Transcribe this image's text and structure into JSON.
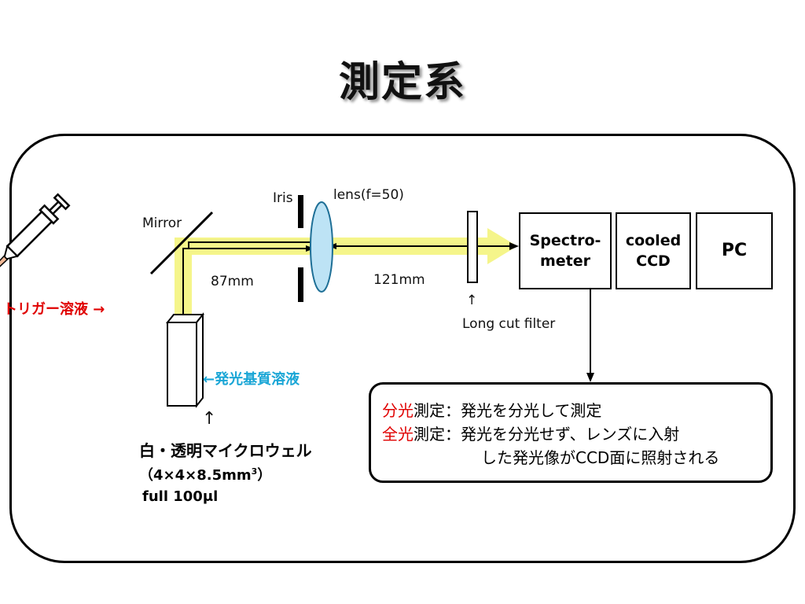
{
  "title": "測定系",
  "labels": {
    "mirror": "Mirror",
    "iris": "Iris",
    "lens": "lens(f=50)",
    "dist1": "87mm",
    "dist2": "121mm",
    "filter_arrow": "↑",
    "filter": "Long cut filter",
    "trigger": "トリガー溶液 →",
    "substrate": "←発光基質溶液",
    "well_arrow": "↑",
    "well_line1": "白・透明マイクロウェル",
    "well_line2_pre": "（4×4×8.5mm",
    "well_line2_sup": "3",
    "well_line2_post": "）",
    "well_line3": "full 100μl"
  },
  "boxes": {
    "spectrometer_1": "Spectro-",
    "spectrometer_2": "meter",
    "ccd_1": "cooled",
    "ccd_2": "CCD",
    "pc": "PC"
  },
  "note": {
    "line1_hl": "分光",
    "line1_rest": "測定：発光を分光して測定",
    "line2_hl": "全光",
    "line2_rest": "測定：発光を分光せず、レンズに入射",
    "line3": "した発光像がCCD面に照射される"
  },
  "colors": {
    "beam": "#f5f58a",
    "lens": "#bde3f5",
    "highlight": "#e00000",
    "substrate": "#1aa6d6"
  }
}
